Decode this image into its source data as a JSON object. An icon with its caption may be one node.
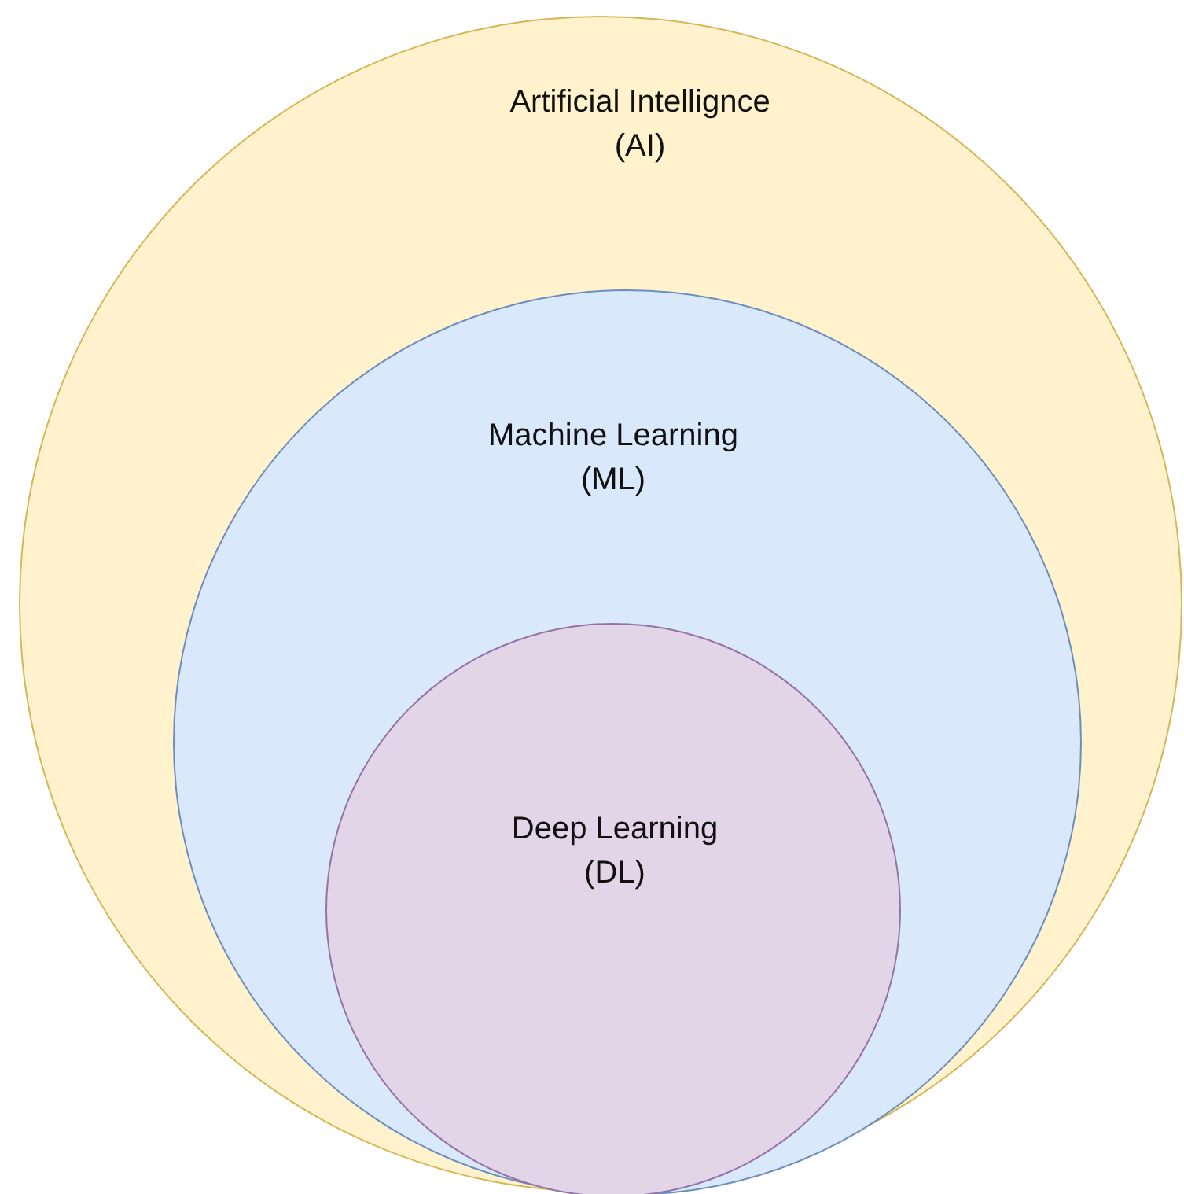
{
  "diagram": {
    "nodes": [
      {
        "text": [
          "Artificial Intellignce (AI)"
        ]
      },
      {
        "text": [
          "Machine Learning (ML)"
        ],
        "in": 0
      },
      {
        "text": [
          "Deep Learning (DL)"
        ],
        "in": 1
      }
    ],
    "edges": []
  }
}
